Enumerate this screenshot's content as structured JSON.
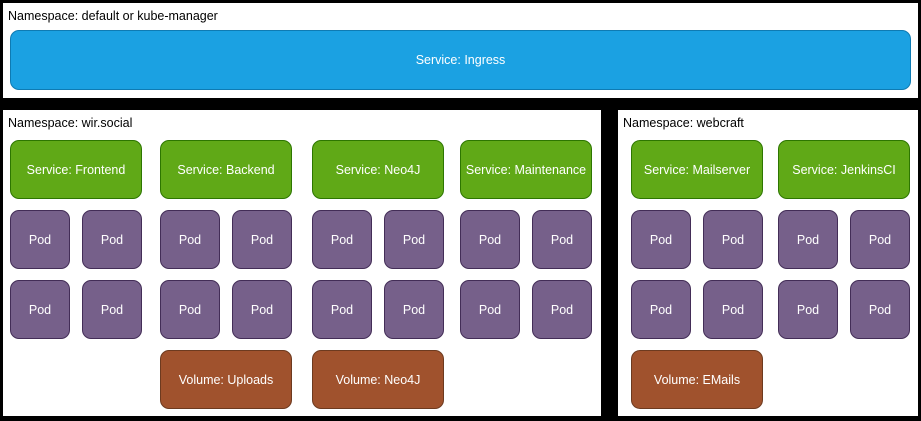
{
  "colors": {
    "ingress": "#1ba1e2",
    "service": "#60a917",
    "pod": "#76608a",
    "volume": "#a0522d"
  },
  "diagram": {
    "pod_label": "Pod",
    "top": {
      "namespace": "Namespace: default or kube-manager",
      "ingress": "Service: Ingress"
    },
    "wir": {
      "namespace": "Namespace: wir.social",
      "services": [
        {
          "label": "Service: Frontend"
        },
        {
          "label": "Service: Backend",
          "volume": "Volume: Uploads"
        },
        {
          "label": "Service: Neo4J",
          "volume": "Volume: Neo4J"
        },
        {
          "label": "Service: Maintenance"
        }
      ]
    },
    "webcraft": {
      "namespace": "Namespace: webcraft",
      "services": [
        {
          "label": "Service: Mailserver",
          "volume": "Volume: EMails"
        },
        {
          "label": "Service: JenkinsCI"
        }
      ]
    }
  }
}
